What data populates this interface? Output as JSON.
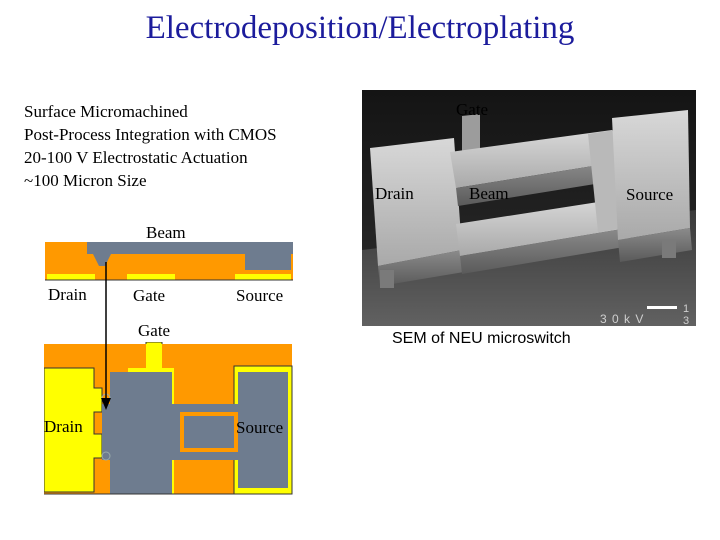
{
  "title": "Electrodeposition/Electroplating",
  "bullets": [
    "Surface Micromachined",
    "Post-Process Integration with CMOS",
    "20-100 V Electrostatic Actuation",
    "~100 Micron Size"
  ],
  "sem": {
    "gate_label": "Gate",
    "drain_label": "Drain",
    "beam_label": "Beam",
    "source_label": "Source",
    "voltage_text": "3 0 k V",
    "scale_text": "1 3",
    "caption": "SEM of NEU microswitch"
  },
  "cross_section": {
    "beam_label": "Beam",
    "drain_label": "Drain",
    "gate_label": "Gate",
    "source_label": "Source"
  },
  "top_view": {
    "gate_label": "Gate",
    "drain_label": "Drain",
    "source_label": "Source"
  },
  "colors": {
    "title": "#1c1c9c",
    "orange": "#ff9900",
    "yellow": "#ffff00",
    "beam_gray": "#6e7c8f",
    "sem_background": "#1e1e1e"
  }
}
